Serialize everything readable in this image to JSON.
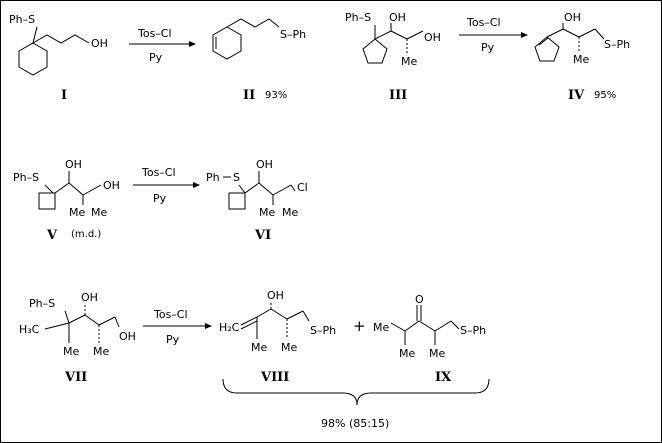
{
  "reagents": {
    "top": "Tos–Cl",
    "bottom": "Py"
  },
  "atoms": {
    "phs": "Ph–S",
    "ph": "Ph",
    "s": "S",
    "sph": "S–Ph",
    "oh": "OH",
    "me": "Me",
    "cl": "Cl",
    "o": "O",
    "h3c": "H₃C",
    "h2c": "H₂C",
    "plus": "+"
  },
  "compounds": {
    "I": "I",
    "II": "II",
    "II_yield": "93%",
    "III": "III",
    "IV": "IV",
    "IV_yield": "95%",
    "V": "V",
    "V_note": "(m.d.)",
    "VI": "VI",
    "VII": "VII",
    "VIII": "VIII",
    "IX": "IX"
  },
  "summary": "98% (85:15)"
}
